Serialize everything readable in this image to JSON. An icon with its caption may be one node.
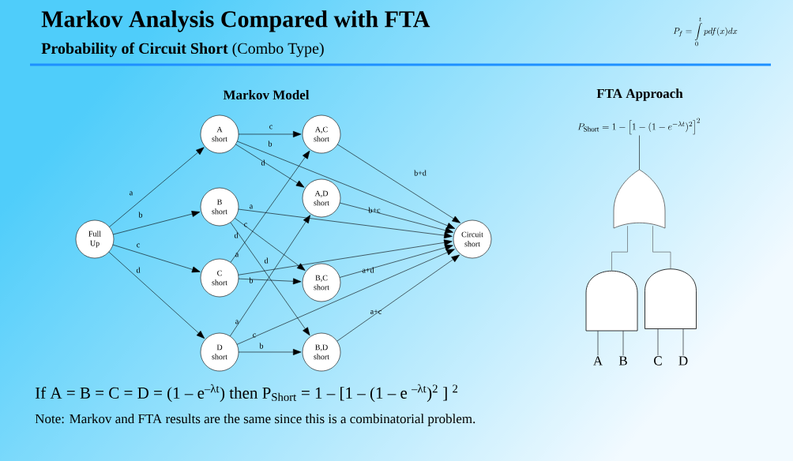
{
  "diagram": {
    "title": "Markov Analysis Compared with FTA",
    "caption": "**Probability of Circuit Short** (Combo Type)",
    "nodes": [
      {
        "text": [
          "Full Up"
        ]
      },
      {
        "text": [
          "A short"
        ]
      },
      {
        "text": [
          "B short"
        ]
      },
      {
        "text": [
          "C short"
        ]
      },
      {
        "text": [
          "D short"
        ]
      },
      {
        "text": [
          "A,C short"
        ]
      },
      {
        "text": [
          "A,D short"
        ]
      },
      {
        "text": [
          "B,C short"
        ]
      },
      {
        "text": [
          "B,D short"
        ]
      },
      {
        "text": [
          "Circuit short"
        ]
      },
      {
        "text": [
          "P_{\\mathrm{Short}} = 1 - \\left[1 - (1 - e^{-\\lambda t})^{2}\\right]^{2}"
        ]
      },
      {
        "text": [],
        "shape": "or-gate"
      },
      {
        "text": [],
        "shape": "and-gate"
      },
      {
        "text": [],
        "shape": "and-gate"
      },
      {
        "text": [
          "A"
        ]
      },
      {
        "text": [
          "B"
        ]
      },
      {
        "text": [
          "C"
        ]
      },
      {
        "text": [
          "D"
        ]
      }
    ],
    "edges": [
      {
        "from": 0,
        "to": 1,
        "arrow": "to",
        "label": "a"
      },
      {
        "from": 0,
        "to": 2,
        "arrow": "to",
        "label": "b"
      },
      {
        "from": 0,
        "to": 3,
        "arrow": "to",
        "label": "c"
      },
      {
        "from": 0,
        "to": 4,
        "arrow": "to",
        "label": "d"
      },
      {
        "from": 1,
        "to": 5,
        "arrow": "to",
        "label": "c"
      },
      {
        "from": 1,
        "to": 9,
        "arrow": "to",
        "label": "b"
      },
      {
        "from": 1,
        "to": 6,
        "arrow": "to",
        "label": "d"
      },
      {
        "from": 2,
        "to": 9,
        "arrow": "to",
        "label": "a"
      },
      {
        "from": 2,
        "to": 7,
        "arrow": "to",
        "label": "c"
      },
      {
        "from": 2,
        "to": 8,
        "arrow": "to",
        "label": "d"
      },
      {
        "from": 3,
        "to": 5,
        "arrow": "to",
        "label": "a"
      },
      {
        "from": 3,
        "to": 9,
        "arrow": "to",
        "label": "d"
      },
      {
        "from": 3,
        "to": 7,
        "arrow": "to",
        "label": "b"
      },
      {
        "from": 4,
        "to": 6,
        "arrow": "to",
        "label": "a"
      },
      {
        "from": 4,
        "to": 9,
        "arrow": "to",
        "label": "c"
      },
      {
        "from": 4,
        "to": 8,
        "arrow": "to",
        "label": "b"
      },
      {
        "from": 5,
        "to": 9,
        "arrow": "to",
        "label": "b+d"
      },
      {
        "from": 6,
        "to": 9,
        "arrow": "to",
        "label": "b+c"
      },
      {
        "from": 7,
        "to": 9,
        "arrow": "to",
        "label": "a+d"
      },
      {
        "from": 8,
        "to": 9,
        "arrow": "to",
        "label": "a+c"
      },
      {
        "from": 10,
        "to": 11,
        "arrow": "none"
      },
      {
        "from": 11,
        "to": 12,
        "arrow": "none"
      },
      {
        "from": 11,
        "to": 13,
        "arrow": "none"
      },
      {
        "from": 14,
        "to": 12,
        "arrow": "none"
      },
      {
        "from": 15,
        "to": 12,
        "arrow": "none"
      },
      {
        "from": 16,
        "to": 13,
        "arrow": "none"
      },
      {
        "from": 17,
        "to": 13,
        "arrow": "none"
      }
    ],
    "labels": [
      "P_{f} = \\int\\limits_{0}^{t} pdf(x)dx",
      "Markov Model",
      "FTA Approach",
      "If A = B = C = D = (1 – e$^{–λt}$) then P$_{Short}$ = 1 – [1 – (1 – e $^{–λt}$)$^{2}$ ] $^{2}$",
      "Note: Markov and FTA results are the same since this is a combinatorial problem."
    ]
  }
}
